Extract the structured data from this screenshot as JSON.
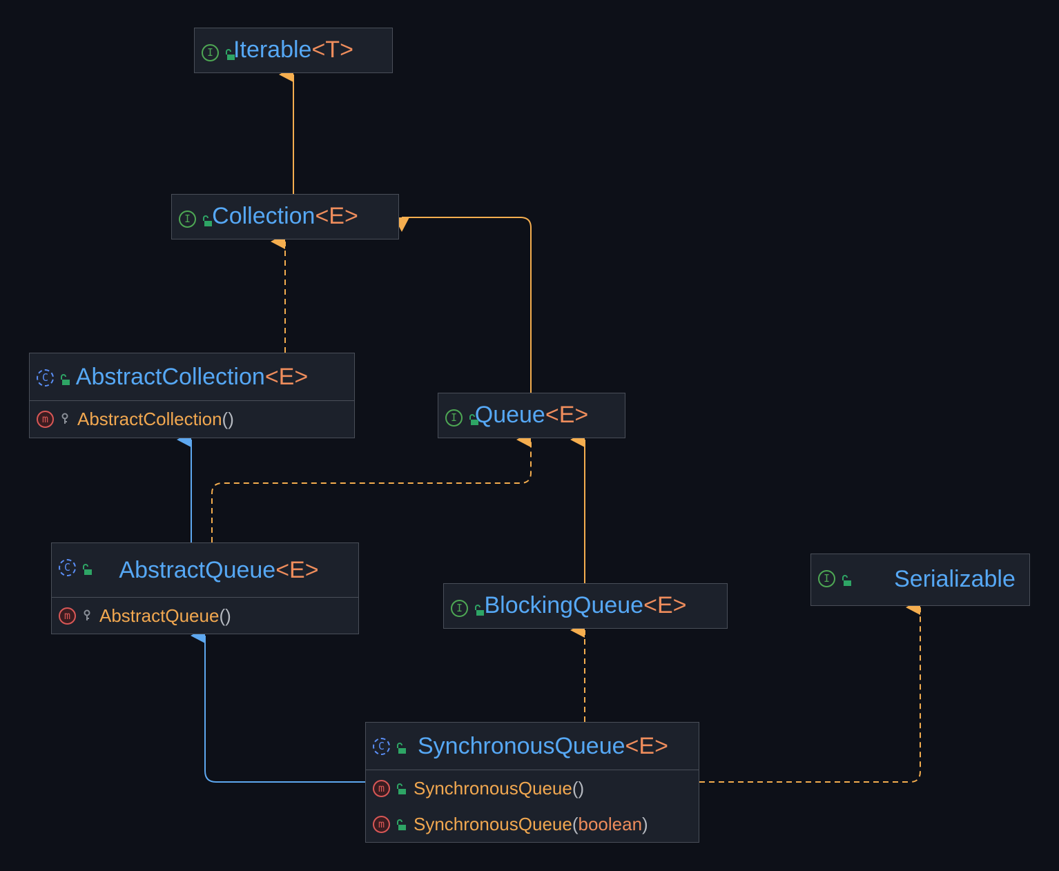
{
  "nodes": {
    "iterable": {
      "kind": "I",
      "name": "Iterable",
      "type_param": "<T>",
      "members": []
    },
    "collection": {
      "kind": "I",
      "name": "Collection",
      "type_param": "<E>",
      "members": []
    },
    "abstract_collection": {
      "kind": "C",
      "name": "AbstractCollection",
      "type_param": "<E>",
      "members": [
        {
          "kind": "m",
          "visibility": "protected",
          "name": "AbstractCollection",
          "params": ""
        }
      ]
    },
    "queue": {
      "kind": "I",
      "name": "Queue",
      "type_param": "<E>",
      "members": []
    },
    "abstract_queue": {
      "kind": "C",
      "name": "AbstractQueue",
      "type_param": "<E>",
      "members": [
        {
          "kind": "m",
          "visibility": "protected",
          "name": "AbstractQueue",
          "params": ""
        }
      ]
    },
    "blocking_queue": {
      "kind": "I",
      "name": "BlockingQueue",
      "type_param": "<E>",
      "members": []
    },
    "serializable": {
      "kind": "I",
      "name": "Serializable",
      "type_param": "",
      "members": []
    },
    "synchronous_queue": {
      "kind": "C",
      "name": "SynchronousQueue",
      "type_param": "<E>",
      "members": [
        {
          "kind": "m",
          "visibility": "public",
          "name": "SynchronousQueue",
          "params": ""
        },
        {
          "kind": "m",
          "visibility": "public",
          "name": "SynchronousQueue",
          "params": "boolean"
        }
      ]
    }
  },
  "edges": [
    {
      "from": "collection",
      "to": "iterable",
      "relation": "extends"
    },
    {
      "from": "abstract_collection",
      "to": "collection",
      "relation": "implements"
    },
    {
      "from": "queue",
      "to": "collection",
      "relation": "extends"
    },
    {
      "from": "abstract_queue",
      "to": "abstract_collection",
      "relation": "extends"
    },
    {
      "from": "abstract_queue",
      "to": "queue",
      "relation": "implements"
    },
    {
      "from": "blocking_queue",
      "to": "queue",
      "relation": "extends"
    },
    {
      "from": "synchronous_queue",
      "to": "abstract_queue",
      "relation": "extends"
    },
    {
      "from": "synchronous_queue",
      "to": "blocking_queue",
      "relation": "implements"
    },
    {
      "from": "synchronous_queue",
      "to": "serializable",
      "relation": "implements"
    }
  ],
  "colors": {
    "background": "#0d1018",
    "node_fill": "#1c212b",
    "node_border": "#4a4f59",
    "class_name": "#56a8f5",
    "type_param": "#ef8d5c",
    "method_name": "#f2a850",
    "interface_edge": "#f5ae4f",
    "class_edge": "#5ea8f0"
  }
}
